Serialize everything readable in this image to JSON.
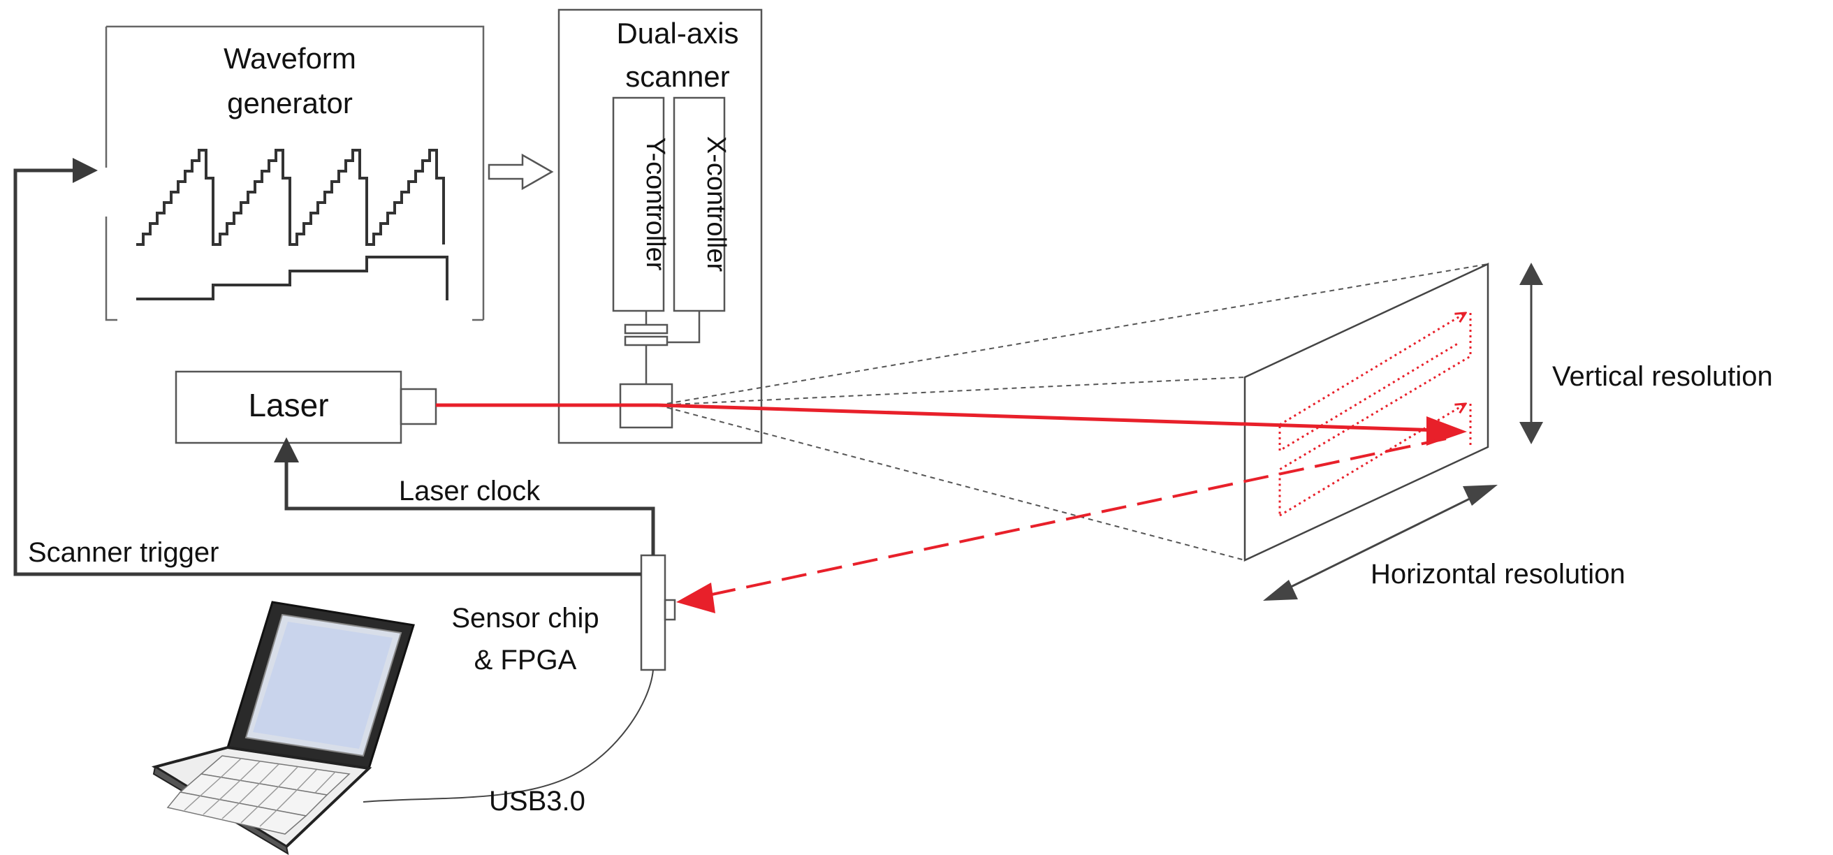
{
  "labels": {
    "waveform_generator_line1": "Waveform",
    "waveform_generator_line2": "generator",
    "scanner_line1": "Dual-axis",
    "scanner_line2": "scanner",
    "y_controller": "Y-controller",
    "x_controller": "X-controller",
    "laser": "Laser",
    "laser_clock": "Laser clock",
    "scanner_trigger": "Scanner trigger",
    "sensor_line1": "Sensor chip",
    "sensor_line2": "& FPGA",
    "usb": "USB3.0",
    "vertical_resolution": "Vertical resolution",
    "horizontal_resolution": "Horizontal resolution"
  },
  "colors": {
    "beam": "#e8202a",
    "wire": "#3a3a3a",
    "outline": "#555555",
    "screen": "#c9d4ec"
  },
  "icons": {
    "laptop": "laptop-icon",
    "arrow": "arrow-icon"
  }
}
